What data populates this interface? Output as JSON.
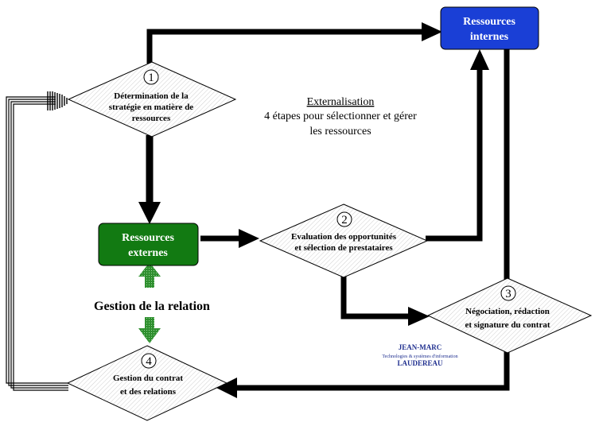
{
  "title": {
    "heading": "Externalisation",
    "line1": "4 étapes pour sélectionner et gérer",
    "line2": "les ressources"
  },
  "boxes": {
    "internal": {
      "line1": "Ressources",
      "line2": "internes",
      "color": "#1a3fd6"
    },
    "external": {
      "line1": "Ressources",
      "line2": "externes",
      "color": "#127a12"
    }
  },
  "steps": [
    {
      "number": "1",
      "line1": "Détermination de la",
      "line2": "stratégie en matière de",
      "line3": "ressources"
    },
    {
      "number": "2",
      "line1": "Evaluation des opportunités",
      "line2": "et sélection de prestataires"
    },
    {
      "number": "3",
      "line1": "Négociation, rédaction",
      "line2": "et signature du contrat"
    },
    {
      "number": "4",
      "line1": "Gestion du contrat",
      "line2": "et des relations"
    }
  ],
  "relation_label": "Gestion de la relation",
  "author": {
    "name_line1": "JEAN-MARC",
    "tagline": "Technologies & systèmes d'information",
    "name_line2": "LAUDEREAU",
    "color": "#1f2f8f"
  }
}
